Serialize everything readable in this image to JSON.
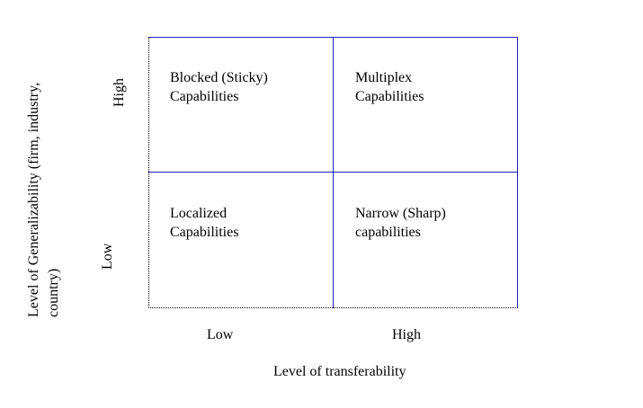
{
  "cells": {
    "top_left": {
      "line1": "Blocked  (Sticky)",
      "line2": "Capabilities"
    },
    "top_right": {
      "line1": "Multiplex",
      "line2": "Capabilities"
    },
    "bottom_left": {
      "line1": "Localized",
      "line2": "Capabilities"
    },
    "bottom_right": {
      "line1": "Narrow (Sharp)",
      "line2": "capabilities"
    }
  },
  "x_axis": {
    "low": "Low",
    "high": "High",
    "title": "Level of transferability"
  },
  "y_axis": {
    "low": "Low",
    "high": "High",
    "title": "Level of Generalizability (firm, industry, country)"
  },
  "colors": {
    "grid": "#1f1fbf",
    "text": "#000000",
    "background": "#ffffff"
  }
}
